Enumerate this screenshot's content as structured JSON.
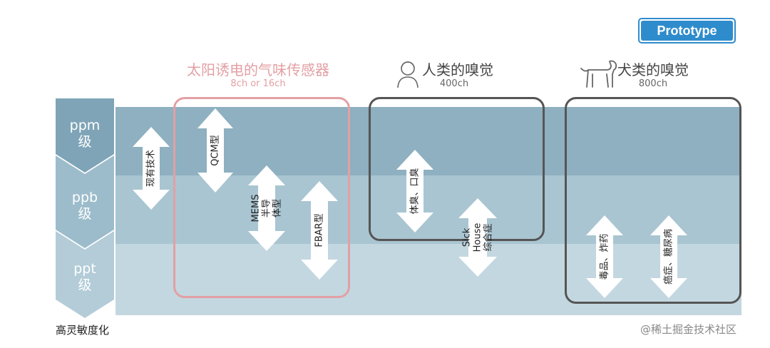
{
  "badge": {
    "label": "Prototype"
  },
  "levels": [
    "ppm\n级",
    "ppb\n级",
    "ppt\n级"
  ],
  "columns": {
    "sun": {
      "title": "太阳诱电的气味传感器",
      "sub": "8ch or 16ch"
    },
    "human": {
      "title": "人类的嗅觉",
      "sub": "400ch"
    },
    "dog": {
      "title": "犬类的嗅觉",
      "sub": "800ch"
    }
  },
  "arrows": {
    "existing": "现有技术",
    "qcm": "QCM型",
    "mems": "MEMS\n半导体型",
    "fbar": "FBAR型",
    "body_odor": "体臭、口臭",
    "sick_house": "Sick House\n综合症",
    "drugs": "毒品、炸药",
    "cancer": "癌症、糖尿病"
  },
  "footer": {
    "left": "高灵敏度化",
    "right": "@稀土掘金技术社区"
  },
  "colors": {
    "band_ppm": "#8eb0c0",
    "band_ppb": "#a9c5d1",
    "band_ppt": "#c3d7e0",
    "accent_pink": "#e3a0a4",
    "badge_blue": "#2f8ccc"
  }
}
